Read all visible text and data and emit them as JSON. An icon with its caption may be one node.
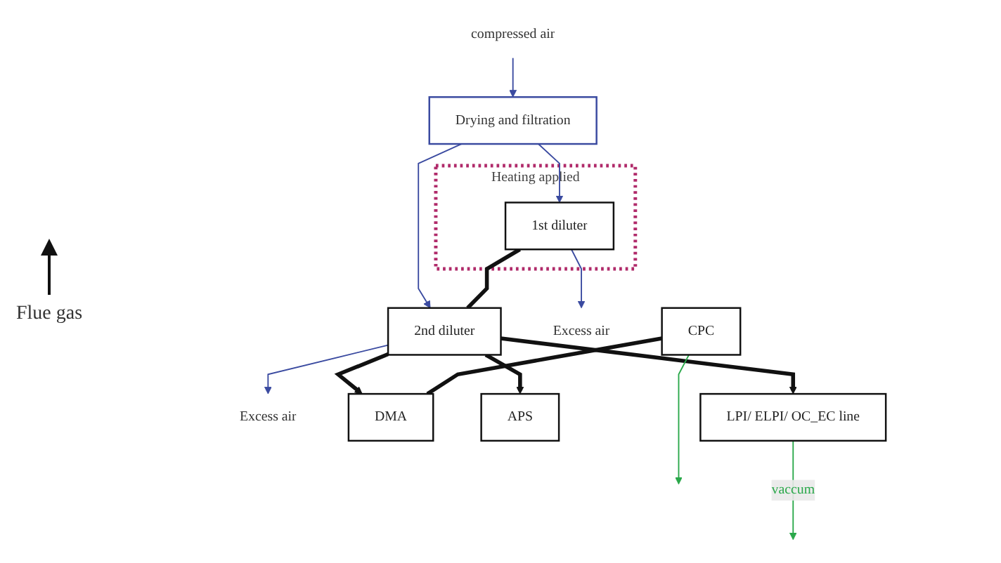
{
  "diagram": {
    "nodes": [
      {
        "text": [
          "Drying and filtration"
        ]
      },
      {
        "text": [
          "compressed air"
        ]
      },
      {
        "text": [
          "1st diluter"
        ],
        "in": 4
      },
      {
        "text": [
          "2nd diluter"
        ]
      },
      {
        "text": [
          "Heating applied"
        ]
      },
      {
        "text": [
          "Excess air"
        ]
      },
      {
        "text": [
          "Excess air"
        ]
      },
      {
        "text": [
          "CPC"
        ]
      },
      {
        "text": [
          "DMA"
        ]
      },
      {
        "text": [
          "APS"
        ]
      },
      {
        "text": [
          "LPI/ ELPI/ OC_EC line"
        ]
      }
    ],
    "edges": [
      {
        "from": 1,
        "to": 0,
        "arrow": "to",
        "color": "#3a4aa0"
      },
      {
        "from": 0,
        "to": 2,
        "arrow": "to",
        "color": "#3a4aa0"
      },
      {
        "from": 0,
        "to": 3,
        "arrow": "to",
        "color": "#3a4aa0"
      },
      {
        "from": 2,
        "to": 3,
        "arrow": "none",
        "style": "thick",
        "color": "#111111"
      },
      {
        "from": 2,
        "to": 5,
        "arrow": "to",
        "color": "#3a4aa0"
      },
      {
        "from": 3,
        "to": 6,
        "arrow": "to",
        "color": "#3a4aa0"
      },
      {
        "from": 3,
        "to": 8,
        "arrow": "to",
        "style": "thick",
        "color": "#111111"
      },
      {
        "from": 3,
        "to": 9,
        "arrow": "to",
        "style": "thick",
        "color": "#111111"
      },
      {
        "from": 3,
        "to": 10,
        "arrow": "to",
        "style": "thick",
        "color": "#111111"
      },
      {
        "from": 7,
        "to": 8,
        "arrow": "none",
        "style": "thick",
        "color": "#111111"
      },
      {
        "from": 7,
        "to": null,
        "arrow": "to",
        "color": "#2aa84a"
      },
      {
        "from": 10,
        "to": null,
        "arrow": "to",
        "label": "vaccum",
        "color": "#2aa84a"
      }
    ],
    "labels": [
      "Flue gas"
    ]
  }
}
